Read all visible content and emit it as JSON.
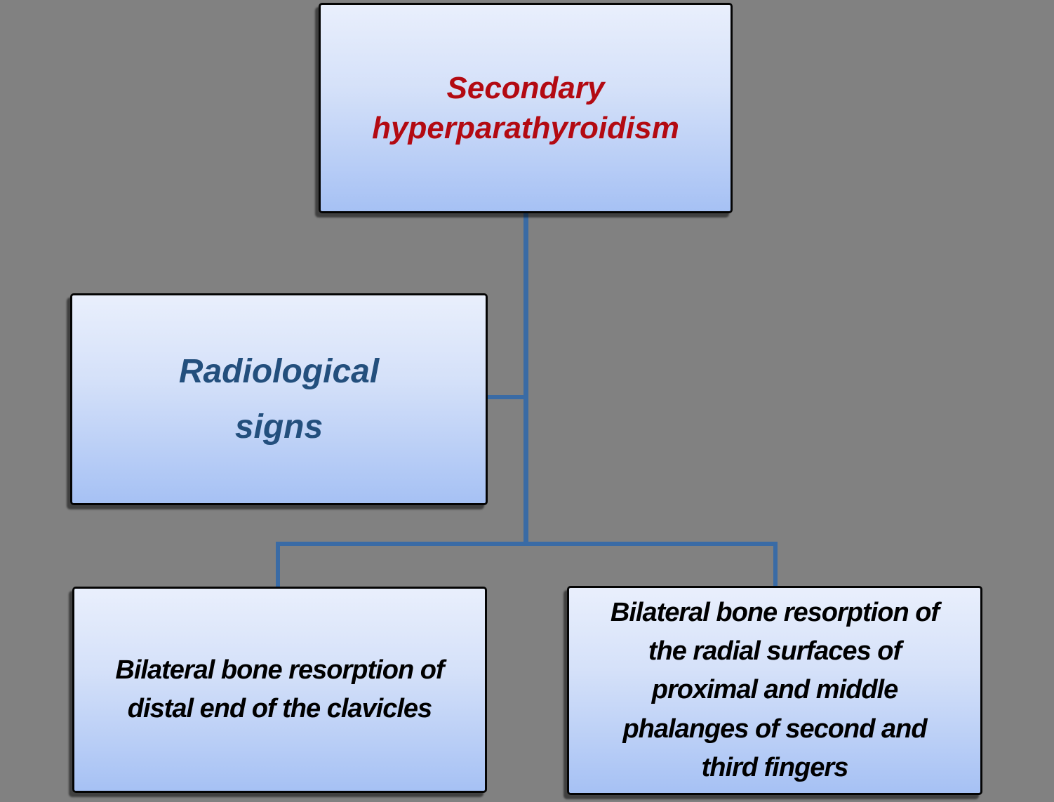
{
  "diagram": {
    "background_color": "#818181",
    "connector_color": "#3a6ba5",
    "box_style": {
      "border_color": "#040404",
      "fill_gradient_top": "#e9effc",
      "fill_gradient_bottom": "#a6c1f4",
      "shadow_color": "#000000"
    },
    "nodes": {
      "root": {
        "label": "Secondary\nhyperparathyroidism",
        "text_color": "#b30a12"
      },
      "category": {
        "label": "Radiological\nsigns",
        "text_color": "#234f7d"
      },
      "leaf_left": {
        "label": "Bilateral bone resorption of\ndistal end of the clavicles",
        "text_color": "#000000"
      },
      "leaf_right": {
        "label": "Bilateral bone resorption of\nthe radial surfaces of\nproximal and middle\nphalanges of second and\nthird fingers",
        "text_color": "#000000"
      }
    },
    "edges": [
      "root-to-branch",
      "category-to-trunk",
      "branch-to-leaf-left",
      "branch-to-leaf-right"
    ]
  }
}
